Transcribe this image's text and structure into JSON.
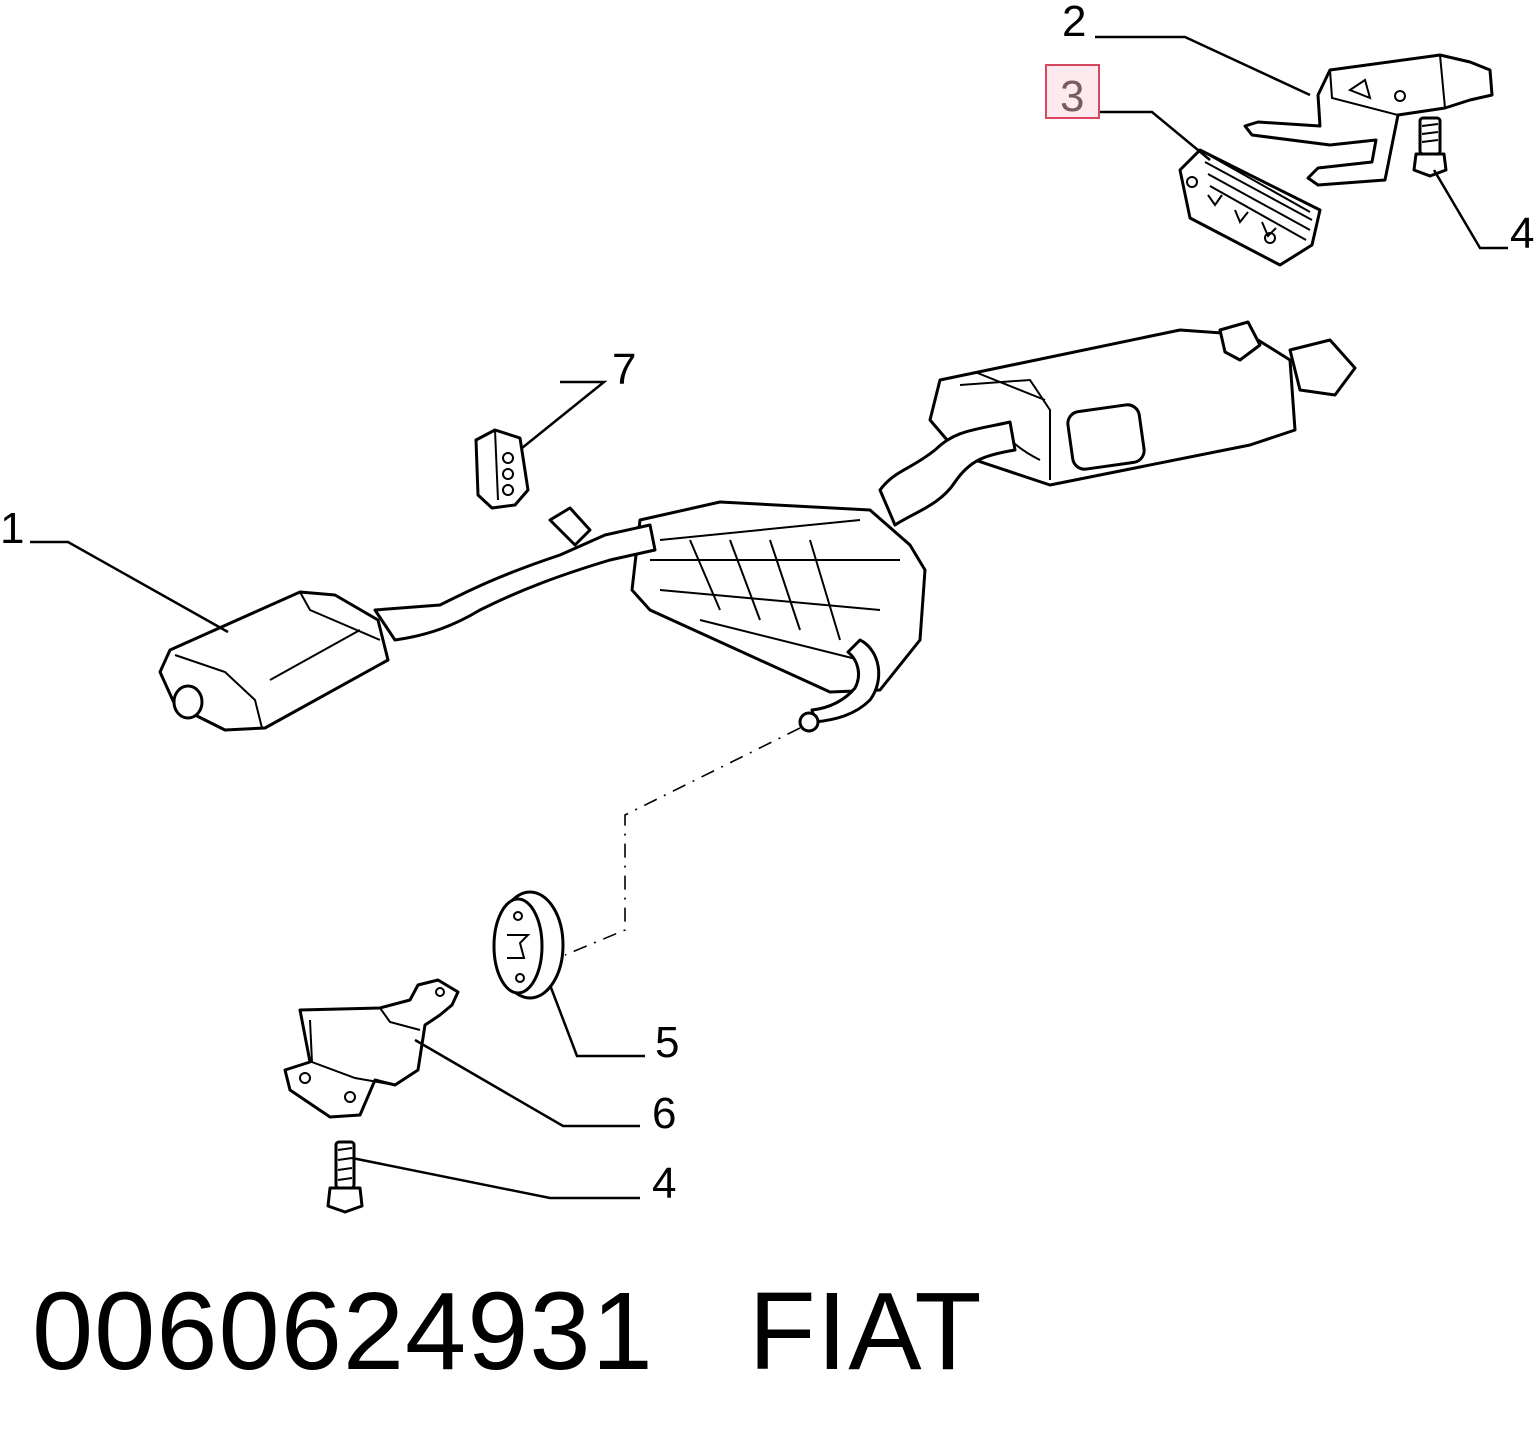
{
  "callouts": {
    "c1": "1",
    "c2": "2",
    "c3": "3",
    "c4_top": "4",
    "c5": "5",
    "c6": "6",
    "c4_bottom": "4",
    "c7": "7"
  },
  "highlighted_callout": "3",
  "highlight_color": "#d9475f",
  "footer": {
    "part_number": "0060624931",
    "brand": "FIAT"
  }
}
